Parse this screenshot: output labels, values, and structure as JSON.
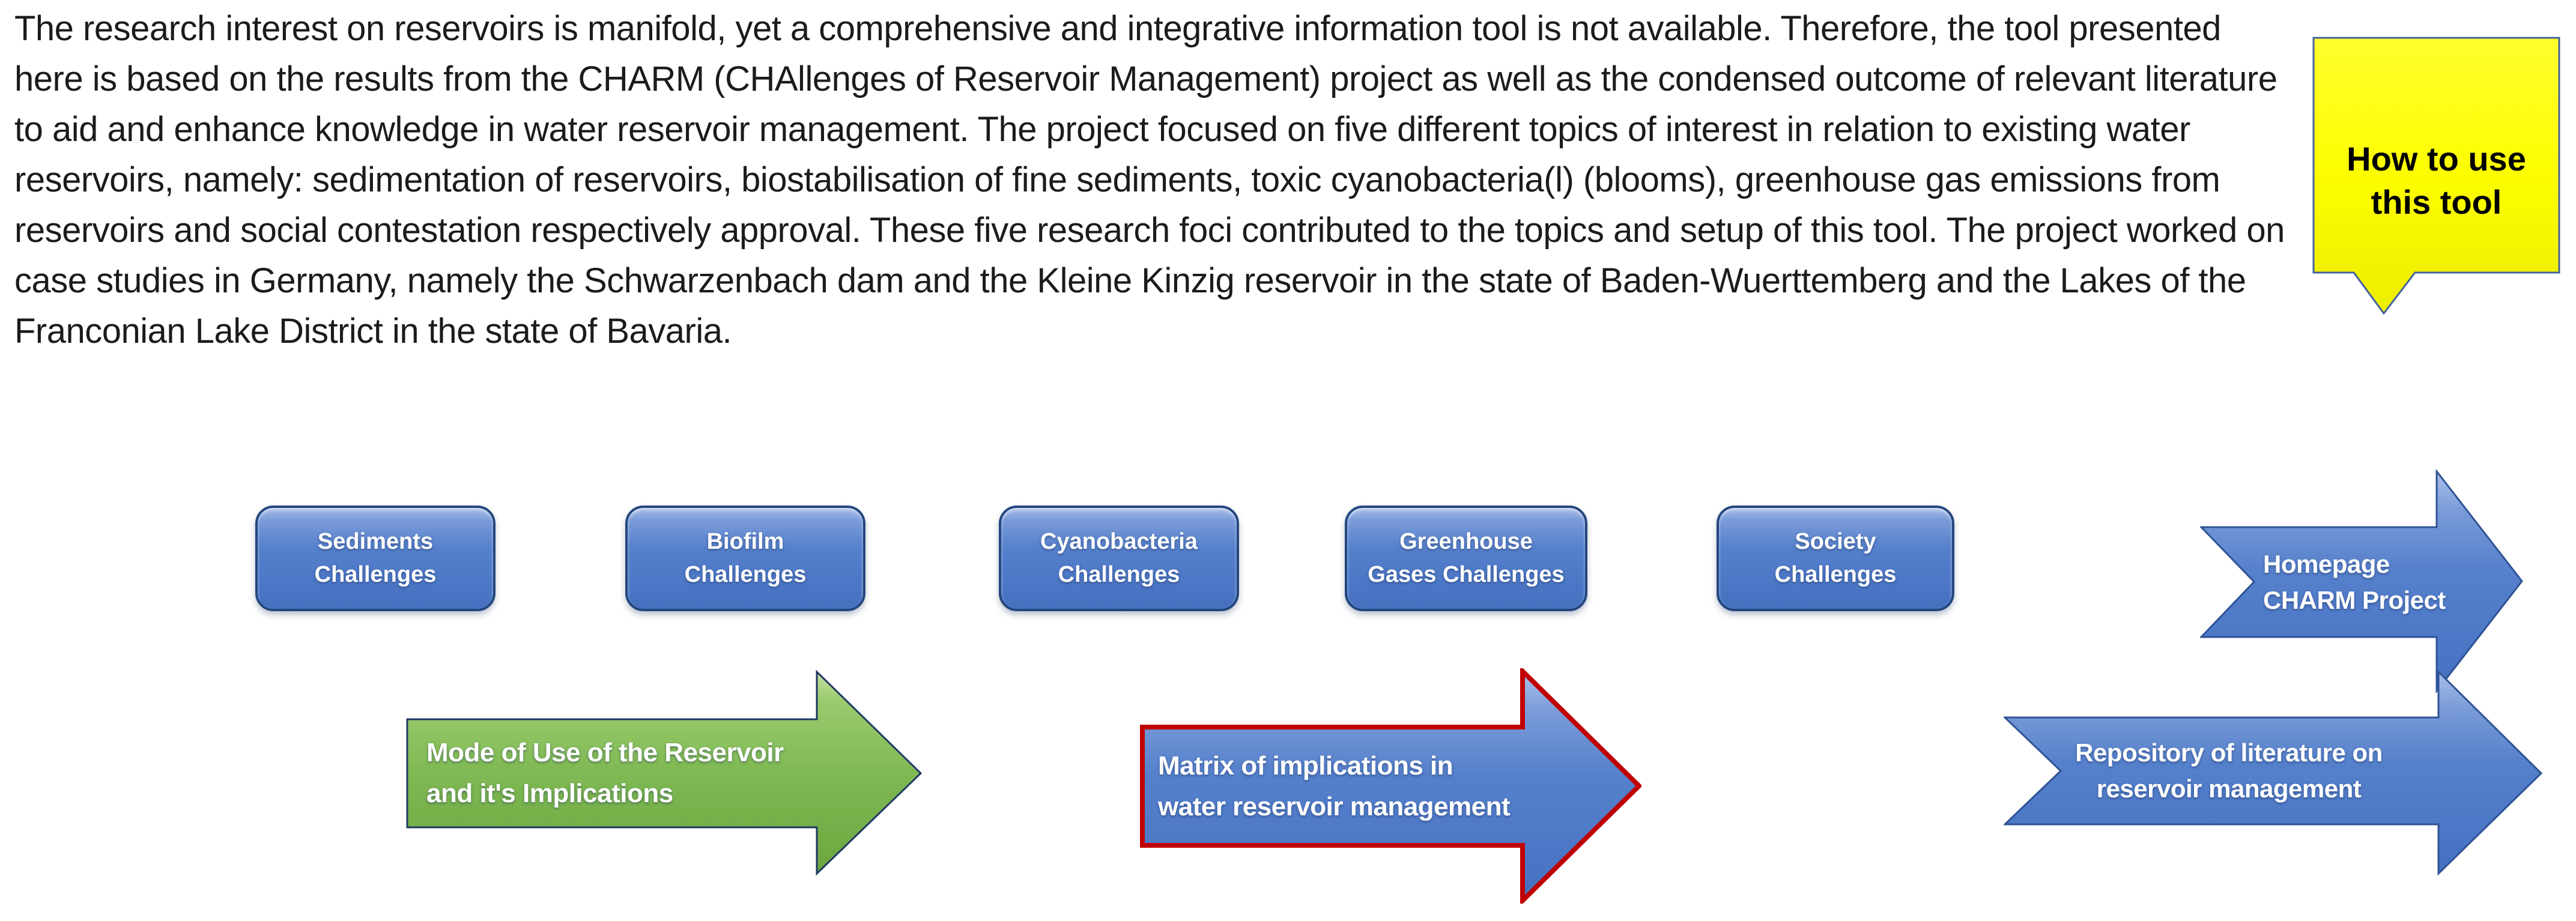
{
  "intro": {
    "text": "The research interest on reservoirs is manifold, yet a comprehensive and integrative information tool is not available. Therefore, the tool presented here is based on the results from the CHARM (CHAllenges of Reservoir Management) project as well as the condensed outcome of relevant literature to aid and enhance knowledge in water reservoir management. The project focused on five different topics of interest in relation to existing water reservoirs, namely: sedimentation of reservoirs, biostabilisation of fine sediments, toxic cyanobacteria(l) (blooms), greenhouse gas emissions from reservoirs and social contestation respectively approval. These five research foci contributed to the topics and setup of this tool. The project worked on case studies in Germany, namely the Schwarzenbach dam and the Kleine Kinzig reservoir in the state of Baden-Wuerttemberg and the Lakes of the Franconian Lake District in the state of Bavaria."
  },
  "callout": {
    "lines": [
      "How to use",
      "this tool"
    ]
  },
  "buttons": [
    {
      "id": "sediments",
      "lines": [
        "Sediments",
        "Challenges"
      ]
    },
    {
      "id": "biofilm",
      "lines": [
        "Biofilm",
        "Challenges"
      ]
    },
    {
      "id": "cyanobacteria",
      "lines": [
        "Cyanobacteria",
        "Challenges"
      ]
    },
    {
      "id": "greenhouse",
      "lines": [
        "Greenhouse",
        "Gases Challenges"
      ]
    },
    {
      "id": "society",
      "lines": [
        "Society",
        "Challenges"
      ]
    }
  ],
  "arrows": {
    "mode": {
      "lines": [
        "Mode of Use of the Reservoir",
        "and it's Implications"
      ]
    },
    "matrix": {
      "lines": [
        "Matrix of implications in",
        "water reservoir management"
      ]
    },
    "homepage": {
      "lines": [
        "Homepage",
        "CHARM Project"
      ]
    },
    "repository": {
      "lines": [
        "Repository of literature on",
        "reservoir management"
      ]
    }
  },
  "colors": {
    "button_blue": "#4C77C6",
    "arrow_blue": "#4C77C6",
    "arrow_green": "#77B04A",
    "matrix_border_red": "#C00000",
    "navy_border": "#1F3864",
    "callout_yellow": "#FFFF00",
    "text_white": "#FFFFFF",
    "text_black": "#000000"
  }
}
